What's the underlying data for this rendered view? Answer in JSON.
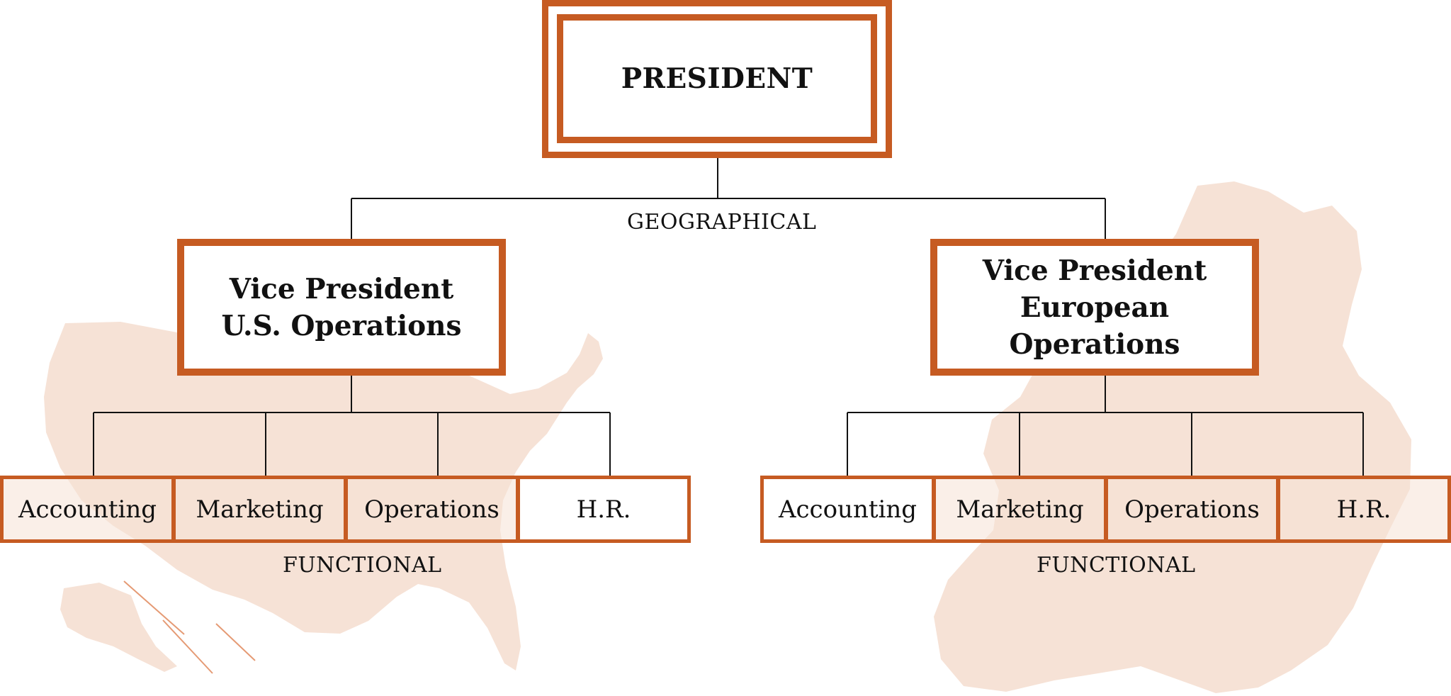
{
  "colors": {
    "accent": "#c65b22",
    "map_fill": "#f6e2d6",
    "line": "#111111"
  },
  "president": {
    "label": "PRESIDENT"
  },
  "geo_caption": "GEOGRAPHICAL",
  "vp_us": {
    "line1": "Vice President",
    "line2": "U.S. Operations"
  },
  "vp_eu": {
    "line1": "Vice President",
    "line2": "European Operations"
  },
  "us_departments": [
    "Accounting",
    "Marketing",
    "Operations",
    "H.R."
  ],
  "eu_departments": [
    "Accounting",
    "Marketing",
    "Operations",
    "H.R."
  ],
  "us_functional_caption": "FUNCTIONAL",
  "eu_functional_caption": "FUNCTIONAL"
}
